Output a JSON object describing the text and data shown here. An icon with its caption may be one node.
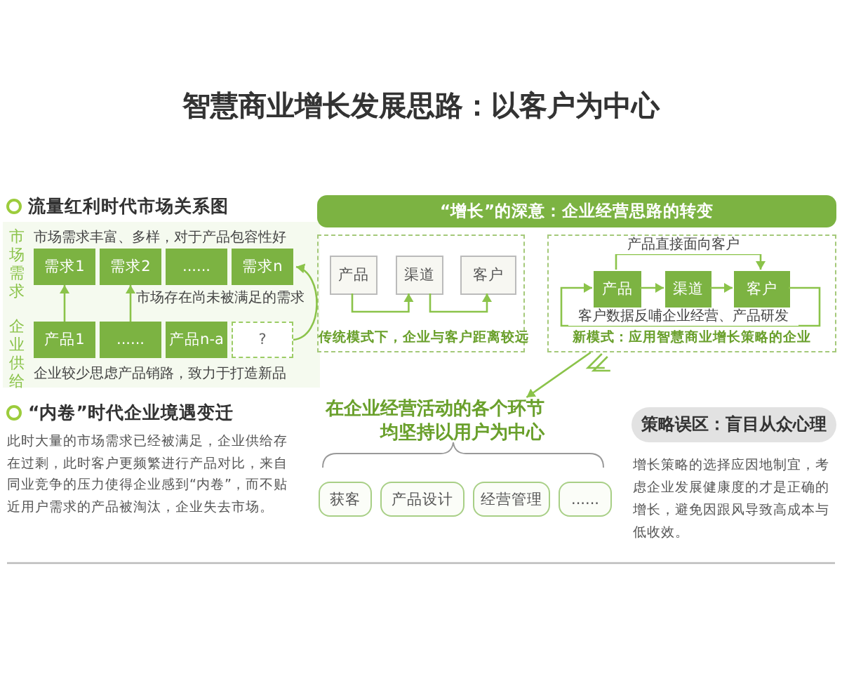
{
  "diagram": {
    "title": "智慧商业增长发展思路：以客户为中心",
    "nodes": [
      {
        "text": [
          "需求1"
        ]
      },
      {
        "text": [
          "需求2"
        ]
      },
      {
        "text": [
          "......"
        ]
      },
      {
        "text": [
          "需求n"
        ]
      },
      {
        "text": [
          "产品1"
        ]
      },
      {
        "text": [
          "......"
        ]
      },
      {
        "text": [
          "产品n-a"
        ]
      },
      {
        "text": [
          "?"
        ]
      },
      {
        "text": [
          "“增长”的深意：企业经营思路的转变"
        ]
      },
      {
        "text": [
          "传统模式下，企业与客户距离较远"
        ]
      },
      {
        "text": [
          "产品"
        ],
        "in": 9
      },
      {
        "text": [
          "渠道"
        ],
        "in": 9
      },
      {
        "text": [
          "客户"
        ],
        "in": 9
      },
      {
        "text": [
          "新模式：应用智慧商业增长策略的企业"
        ]
      },
      {
        "text": [
          "产品"
        ],
        "in": 13
      },
      {
        "text": [
          "渠道"
        ],
        "in": 13
      },
      {
        "text": [
          "客户"
        ],
        "in": 13
      },
      {
        "text": [
          "在企业经营活动的各个环节均坚持以用户为中心"
        ]
      },
      {
        "text": [
          "获客"
        ]
      },
      {
        "text": [
          "产品设计"
        ]
      },
      {
        "text": [
          "经营管理"
        ]
      },
      {
        "text": [
          "......"
        ]
      },
      {
        "text": [
          "策略误区：盲目从众心理"
        ]
      }
    ],
    "edges": [
      {
        "from": 4,
        "to": 0,
        "arrow": "to"
      },
      {
        "from": 5,
        "to": 1,
        "arrow": "to"
      },
      {
        "from": 7,
        "to": 3,
        "arrow": "to",
        "label": "市场存在尚未被满足的需求"
      },
      {
        "from": 10,
        "to": 11,
        "arrow": "to"
      },
      {
        "from": 11,
        "to": 12,
        "arrow": "to"
      },
      {
        "from": 14,
        "to": 15,
        "arrow": "to"
      },
      {
        "from": 15,
        "to": 16,
        "arrow": "to"
      },
      {
        "from": 14,
        "to": 16,
        "arrow": "to",
        "label": "产品直接面向客户"
      },
      {
        "from": 16,
        "to": 14,
        "arrow": "to",
        "label": "客户数据反哺企业经营、产品研发"
      },
      {
        "from": 13,
        "to": 17,
        "arrow": "to"
      }
    ],
    "labels": [
      "流量红利时代市场关系图",
      "市场需求",
      "市场需求丰富、多样，对于产品包容性好",
      "企业供给",
      "企业较少思虑产品销路，致力于打造新品",
      "“内卷”时代企业境遇变迁",
      "此时大量的市场需求已经被满足，企业供给存在过剩，此时客户更频繁进行产品对比，来自同业竞争的压力使得企业感到“内卷”，而不贴近用户需求的产品被淘汰，企业失去市场。",
      "增长策略的选择应因地制宜，考虑企业发展健康度的才是正确的增长，避免因跟风导致高成本与低收效。"
    ]
  }
}
